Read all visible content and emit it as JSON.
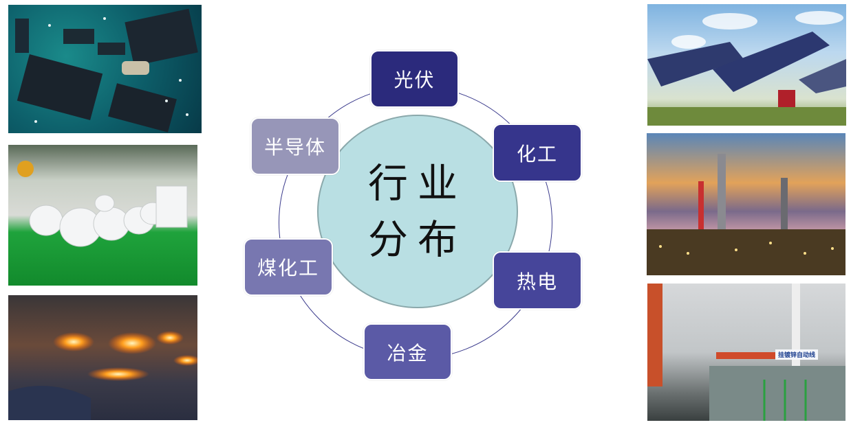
{
  "center": {
    "line1": "行业",
    "line2": "分布"
  },
  "nodes": [
    {
      "id": "guangfu",
      "label": "光伏",
      "color": "#2b2a7c"
    },
    {
      "id": "huagong",
      "label": "化工",
      "color": "#36358c"
    },
    {
      "id": "redian",
      "label": "热电",
      "color": "#46459a"
    },
    {
      "id": "yejin",
      "label": "冶金",
      "color": "#5b5aa6"
    },
    {
      "id": "meihuagong",
      "label": "煤化工",
      "color": "#7877b0"
    },
    {
      "id": "bandaoti",
      "label": "半导体",
      "color": "#9796b8"
    }
  ],
  "photos": {
    "left": [
      {
        "name": "circuit-board-photo",
        "subject": "semiconductor circuit board"
      },
      {
        "name": "paper-mill-photo",
        "subject": "paper rolls in factory"
      },
      {
        "name": "metallurgy-furnace-photo",
        "subject": "steel furnace"
      }
    ],
    "right": [
      {
        "name": "solar-panels-photo",
        "subject": "photovoltaic solar panels"
      },
      {
        "name": "refinery-photo",
        "subject": "chemical refinery at dusk"
      },
      {
        "name": "galvanizing-line-photo",
        "subject": "galvanizing workshop",
        "sign_text": "挂镀锌自动线"
      }
    ]
  }
}
